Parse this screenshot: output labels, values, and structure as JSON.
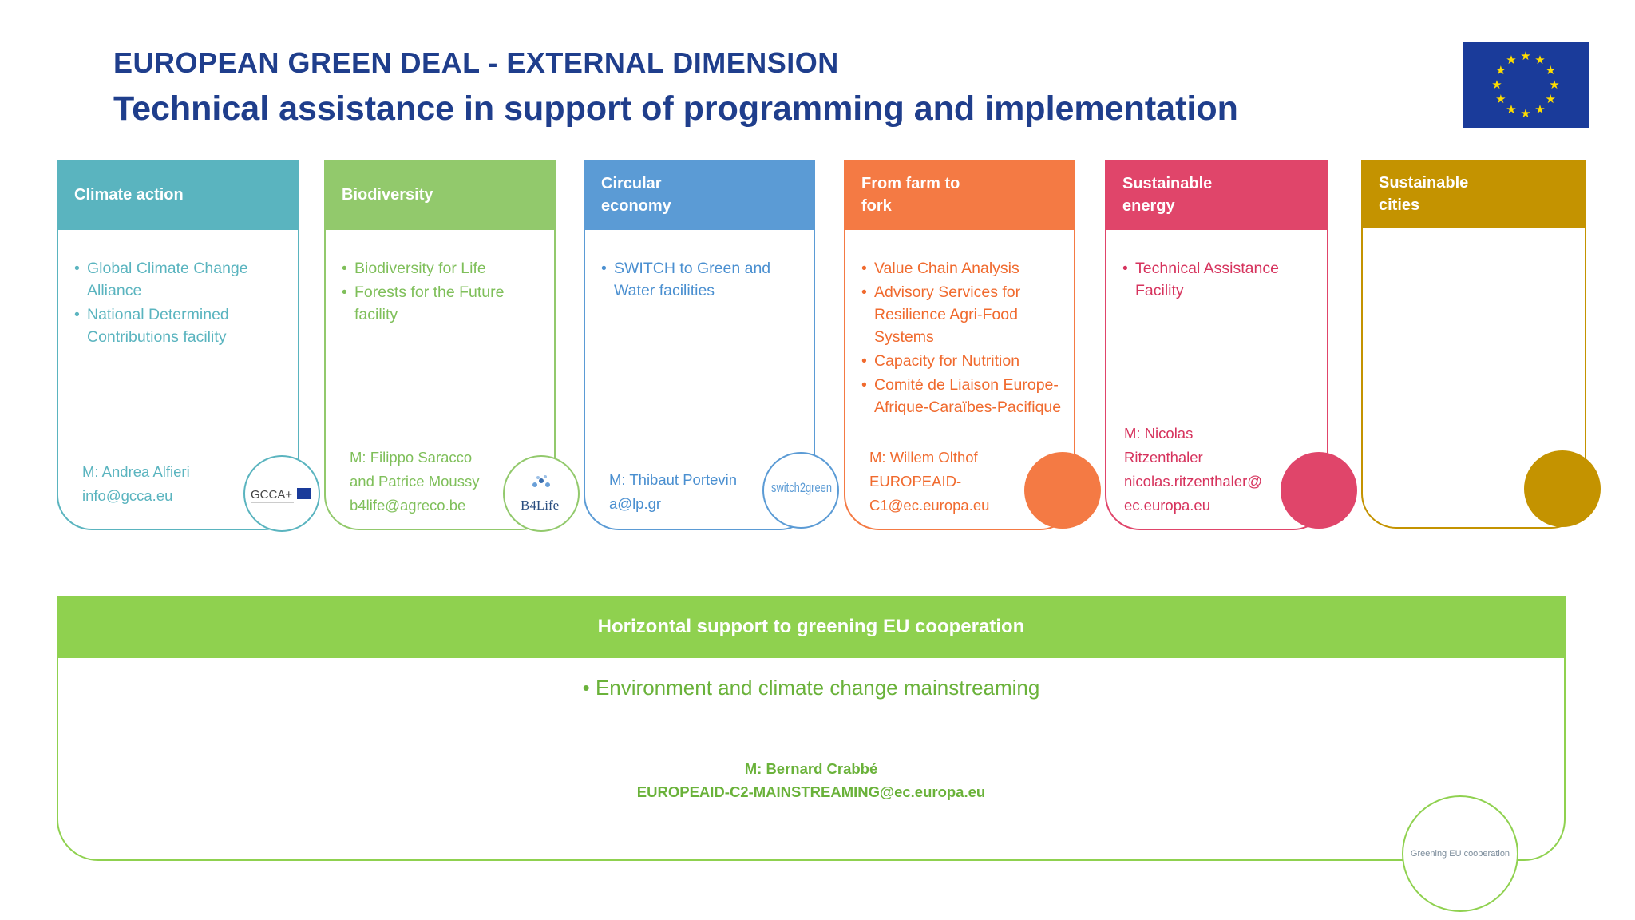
{
  "header": {
    "title": "EUROPEAN GREEN DEAL - EXTERNAL DIMENSION",
    "subtitle": "Technical assistance in support of programming and implementation"
  },
  "colors": {
    "climate": "#5ab4bf",
    "biodiversity": "#92c96c",
    "circular": "#5b9bd5",
    "farm": "#f47a44",
    "energy": "#e0456a",
    "cities": "#c49300",
    "horizontal": "#8fd14f",
    "title": "#1f3e8c"
  },
  "cards": [
    {
      "title": "Climate action",
      "items": [
        "Global Climate Change Alliance",
        "National Determined Contributions facility"
      ],
      "contact": "M: Andrea Alfieri\ninfo@gcca.eu",
      "logo_text": "GCCA+"
    },
    {
      "title": "Biodiversity",
      "items": [
        "Biodiversity for Life",
        "Forests for the Future  facility"
      ],
      "contact": "M: Filippo Saracco\nand Patrice Moussy\nb4life@agreco.be",
      "logo_text": "B4Life"
    },
    {
      "title": "Circular\neconomy",
      "items": [
        "SWITCH to Green and Water facilities"
      ],
      "contact": "M: Thibaut Portevin\na@lp.gr",
      "logo_text": "switch2green"
    },
    {
      "title": "From farm to\nfork",
      "items": [
        "Value Chain Analysis",
        "Advisory Services for Resilience Agri-Food Systems",
        "Capacity for Nutrition",
        "Comité de Liaison Europe-Afrique-Caraïbes-Pacifique"
      ],
      "contact": "M: Willem Olthof\nEUROPEAID-\nC1@ec.europa.eu"
    },
    {
      "title": "Sustainable\nenergy",
      "items": [
        "Technical Assistance Facility"
      ],
      "contact": "M: Nicolas\nRitzenthaler\nnicolas.ritzenthaler@\nec.europa.eu"
    },
    {
      "title": "Sustainable\ncities",
      "items": [],
      "contact": ""
    }
  ],
  "horizontal": {
    "title": "Horizontal support to greening EU cooperation",
    "item": "Environment and climate change mainstreaming",
    "contact": "M: Bernard Crabbé\nEUROPEAID-C2-MAINSTREAMING@ec.europa.eu",
    "logo_text": "Greening EU cooperation"
  },
  "icons": {
    "flag": "eu-flag-icon"
  }
}
